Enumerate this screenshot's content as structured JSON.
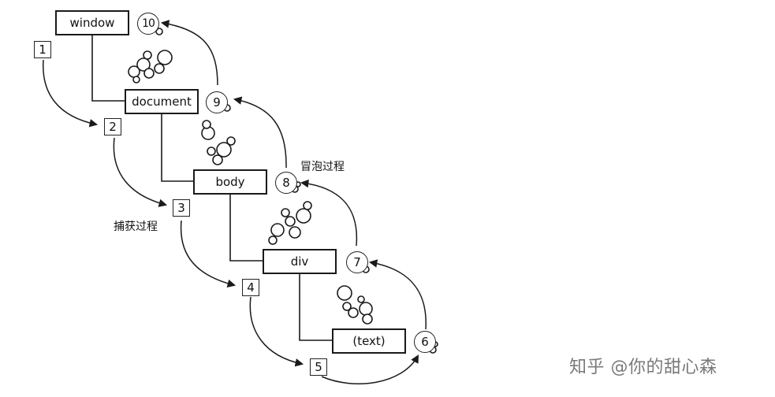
{
  "nodes": [
    {
      "id": "window",
      "label": "window"
    },
    {
      "id": "document",
      "label": "document"
    },
    {
      "id": "body",
      "label": "body"
    },
    {
      "id": "div",
      "label": "div"
    },
    {
      "id": "text",
      "label": "(text)"
    }
  ],
  "capture_steps": [
    "1",
    "2",
    "3",
    "4",
    "5"
  ],
  "bubble_steps": [
    "6",
    "7",
    "8",
    "9",
    "10"
  ],
  "labels": {
    "capture": "捕获过程",
    "bubble": "冒泡过程"
  },
  "watermark": "知乎 @你的甜心森",
  "colors": {
    "line": "#1a1a1a",
    "background": "#ffffff",
    "watermark": "#7a7a7a"
  }
}
